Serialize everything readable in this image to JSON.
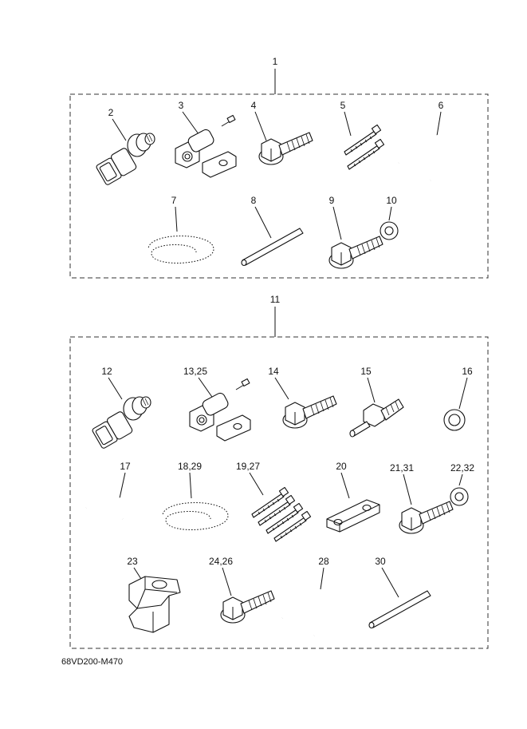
{
  "groups": [
    {
      "label": "1",
      "parts": [
        "2",
        "3",
        "4",
        "5",
        "6",
        "7",
        "8",
        "9",
        "10"
      ]
    },
    {
      "label": "11",
      "parts": [
        "12",
        "13,25",
        "14",
        "15",
        "16",
        "17",
        "18,29",
        "19,27",
        "20",
        "21,31",
        "22,32",
        "23",
        "24,26",
        "28",
        "30"
      ]
    }
  ],
  "footer": {
    "code": "68VD200-M470"
  },
  "icons": [
    "pressure-sensor",
    "sensor-bracket",
    "flange-bolt",
    "cable-tie",
    "hose",
    "spiral-wrap",
    "rod",
    "washer",
    "hose-fitting",
    "hose-clip",
    "spacer-plate"
  ]
}
